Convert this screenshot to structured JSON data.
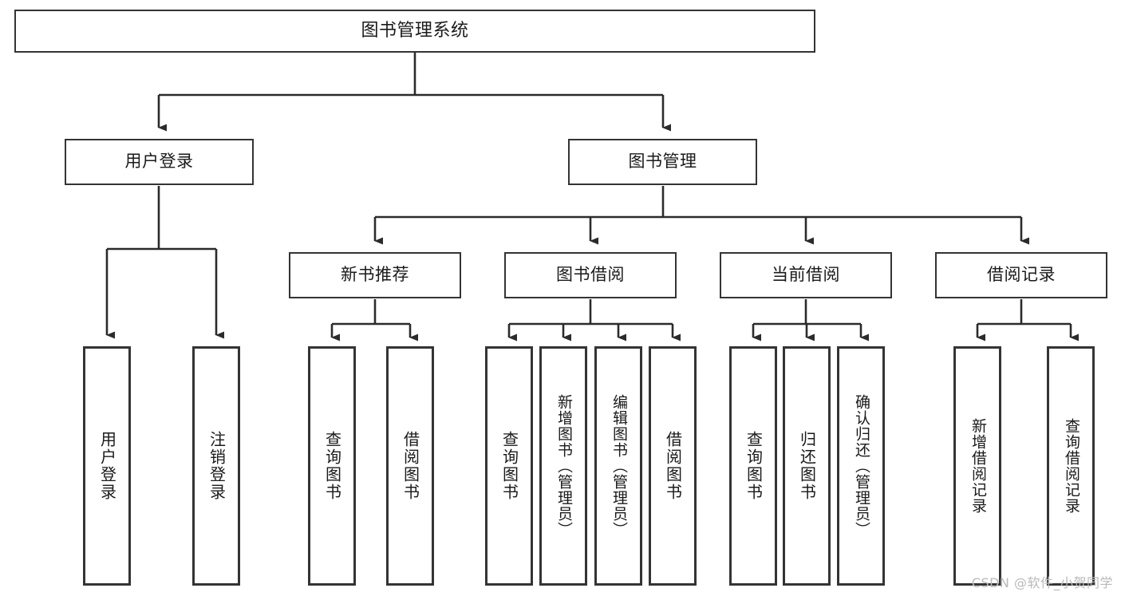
{
  "diagram": {
    "type": "tree-hierarchy",
    "title": "图书管理系统",
    "colors": {
      "background": "#ffffff",
      "box_border": "#343434",
      "connector": "#2b2b2b",
      "text": "#1a1a1a",
      "watermark": "#b9b9b9"
    },
    "levels": 4,
    "nodes": {
      "root": {
        "label": "图书管理系统"
      },
      "level2": [
        {
          "label": "用户登录"
        },
        {
          "label": "图书管理"
        }
      ],
      "level3": [
        {
          "label": "新书推荐"
        },
        {
          "label": "图书借阅"
        },
        {
          "label": "当前借阅"
        },
        {
          "label": "借阅记录"
        }
      ],
      "leaves": {
        "user_login": [
          {
            "label": "用户登录"
          },
          {
            "label": "注销登录"
          }
        ],
        "new_book_recommend": [
          {
            "label": "查询图书"
          },
          {
            "label": "借阅图书"
          }
        ],
        "book_borrow": [
          {
            "label": "查询图书"
          },
          {
            "label": "新增图书（管理员）"
          },
          {
            "label": "编辑图书（管理员）"
          },
          {
            "label": "借阅图书"
          }
        ],
        "current_borrow": [
          {
            "label": "查询图书"
          },
          {
            "label": "归还图书"
          },
          {
            "label": "确认归还（管理员）"
          }
        ],
        "borrow_record": [
          {
            "label": "新增借阅记录"
          },
          {
            "label": "查询借阅记录"
          }
        ]
      }
    },
    "watermark": "CSDN @软件_小贺同学"
  }
}
